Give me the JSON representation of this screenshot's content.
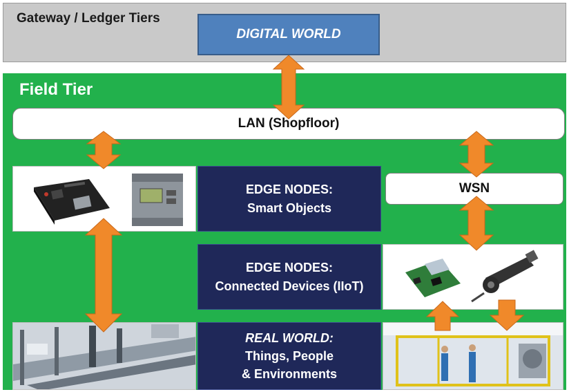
{
  "gateway_tier": {
    "label": "Gateway / Ledger Tiers"
  },
  "digital_world": {
    "label": "DIGITAL WORLD"
  },
  "field_tier": {
    "label": "Field Tier"
  },
  "lan": {
    "label": "LAN (Shopfloor)"
  },
  "edge_smart": {
    "line1": "EDGE NODES:",
    "line2": "Smart Objects"
  },
  "edge_connected": {
    "line1": "EDGE NODES:",
    "line2": "Connected Devices (IIoT)"
  },
  "wsn": {
    "label": "WSN"
  },
  "real_world": {
    "line1": "REAL WORLD:",
    "line2": "Things, People",
    "line3": "& Environments"
  },
  "colors": {
    "field_green": "#22b14c",
    "digital_blue": "#4f81bd",
    "navy": "#1f2859",
    "arrow_orange": "#f0892a",
    "gateway_gray": "#c9c9c9"
  },
  "icons": [
    "single-board-computer-image",
    "plc-module-image",
    "sensor-board-image",
    "linear-actuator-image",
    "factory-line-image",
    "factory-workers-image"
  ]
}
